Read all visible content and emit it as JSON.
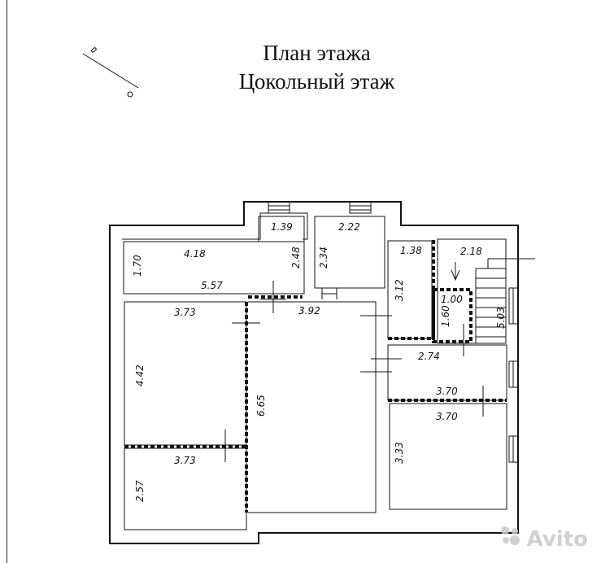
{
  "title": {
    "line1": "План этажа",
    "line2": "Цокольный этаж"
  },
  "watermark": "Avito",
  "dimensions": {
    "corridor_top_width": "4.18",
    "corridor_height": "1.70",
    "corridor_bottom_width": "5.57",
    "room_139_width": "1.39",
    "room_139_height": "2.48",
    "room_222_width": "2.22",
    "room_222_height": "2.34",
    "room_138_width": "1.38",
    "room_138_height": "3.12",
    "stair_width": "2.18",
    "small_room_width": "1.00",
    "small_room_height": "1.60",
    "stair_height": "5.03",
    "left_room_width": "3.73",
    "left_room_height": "4.42",
    "hall_width": "3.92",
    "hall_height": "6.65",
    "right_corridor_width": "2.74",
    "right_room_top_width": "3.70",
    "right_room_width": "3.70",
    "right_room_height": "3.33",
    "bottom_left_width": "3.73",
    "bottom_left_height": "2.57"
  }
}
